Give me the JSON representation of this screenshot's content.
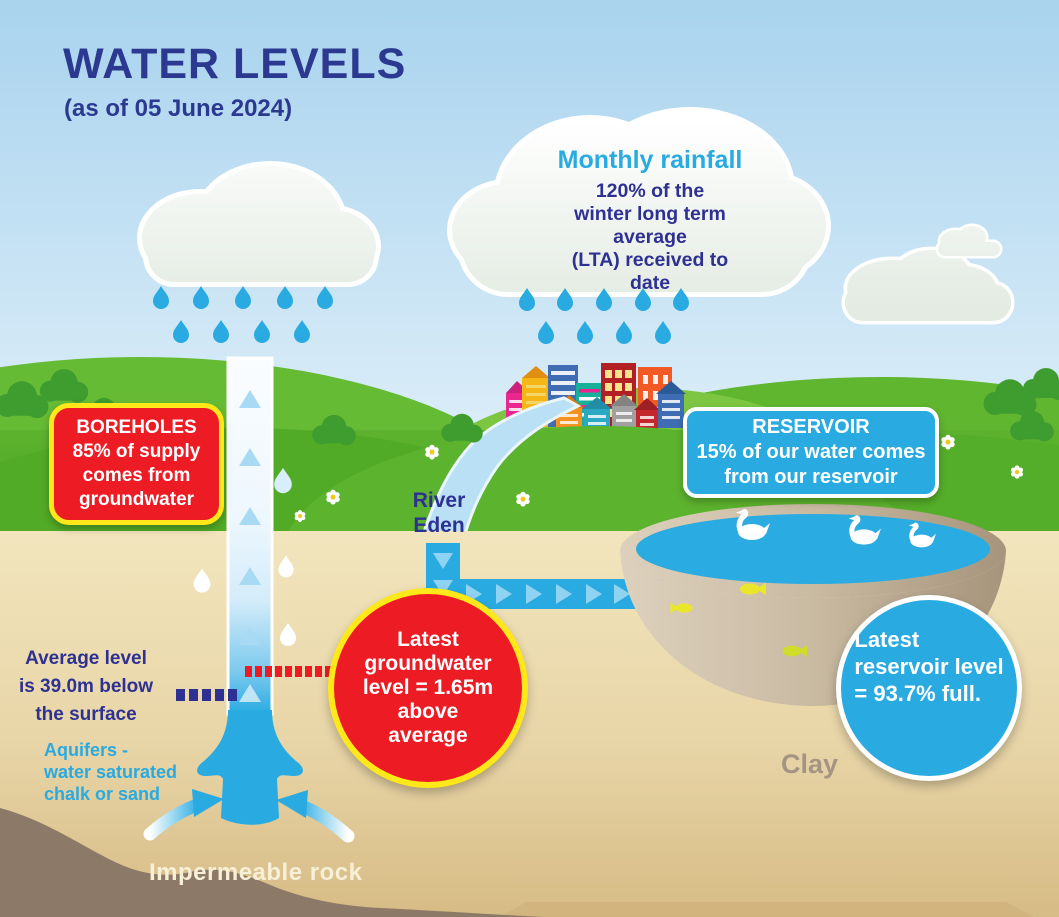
{
  "title": {
    "main": "WATER LEVELS",
    "subtitle": "(as of 05 June 2024)"
  },
  "rainfall": {
    "heading": "Monthly rainfall",
    "lines": [
      "120% of the",
      "winter long term",
      "average",
      "(LTA) received to",
      "date"
    ]
  },
  "boreholes_box": {
    "lines": [
      "BOREHOLES",
      "85% of supply",
      "comes from",
      "groundwater"
    ]
  },
  "reservoir_box": {
    "lines": [
      "RESERVOIR",
      "15% of our water comes",
      "from our reservoir"
    ]
  },
  "groundwater_badge": {
    "lines": [
      "Latest",
      "groundwater",
      "level = 1.65m",
      "above",
      "average"
    ]
  },
  "reservoir_badge": {
    "lines": [
      "Latest",
      "reservoir level",
      "= 93.7% full."
    ]
  },
  "river_label": {
    "lines": [
      "River",
      "Eden"
    ]
  },
  "average_level_label": {
    "lines": [
      "Average level",
      "is 39.0m below",
      "the surface"
    ]
  },
  "aquifers_label": {
    "lines": [
      "Aquifers -",
      "water saturated",
      "chalk or sand"
    ]
  },
  "clay_label": "Clay",
  "impermeable_rock_label": "Impermeable rock",
  "colors": {
    "title_blue": "#2b3990",
    "dark_blue": "#2e3192",
    "cyan": "#29abe2",
    "red": "#ed1c24",
    "yellow_border": "#ffe81a"
  }
}
